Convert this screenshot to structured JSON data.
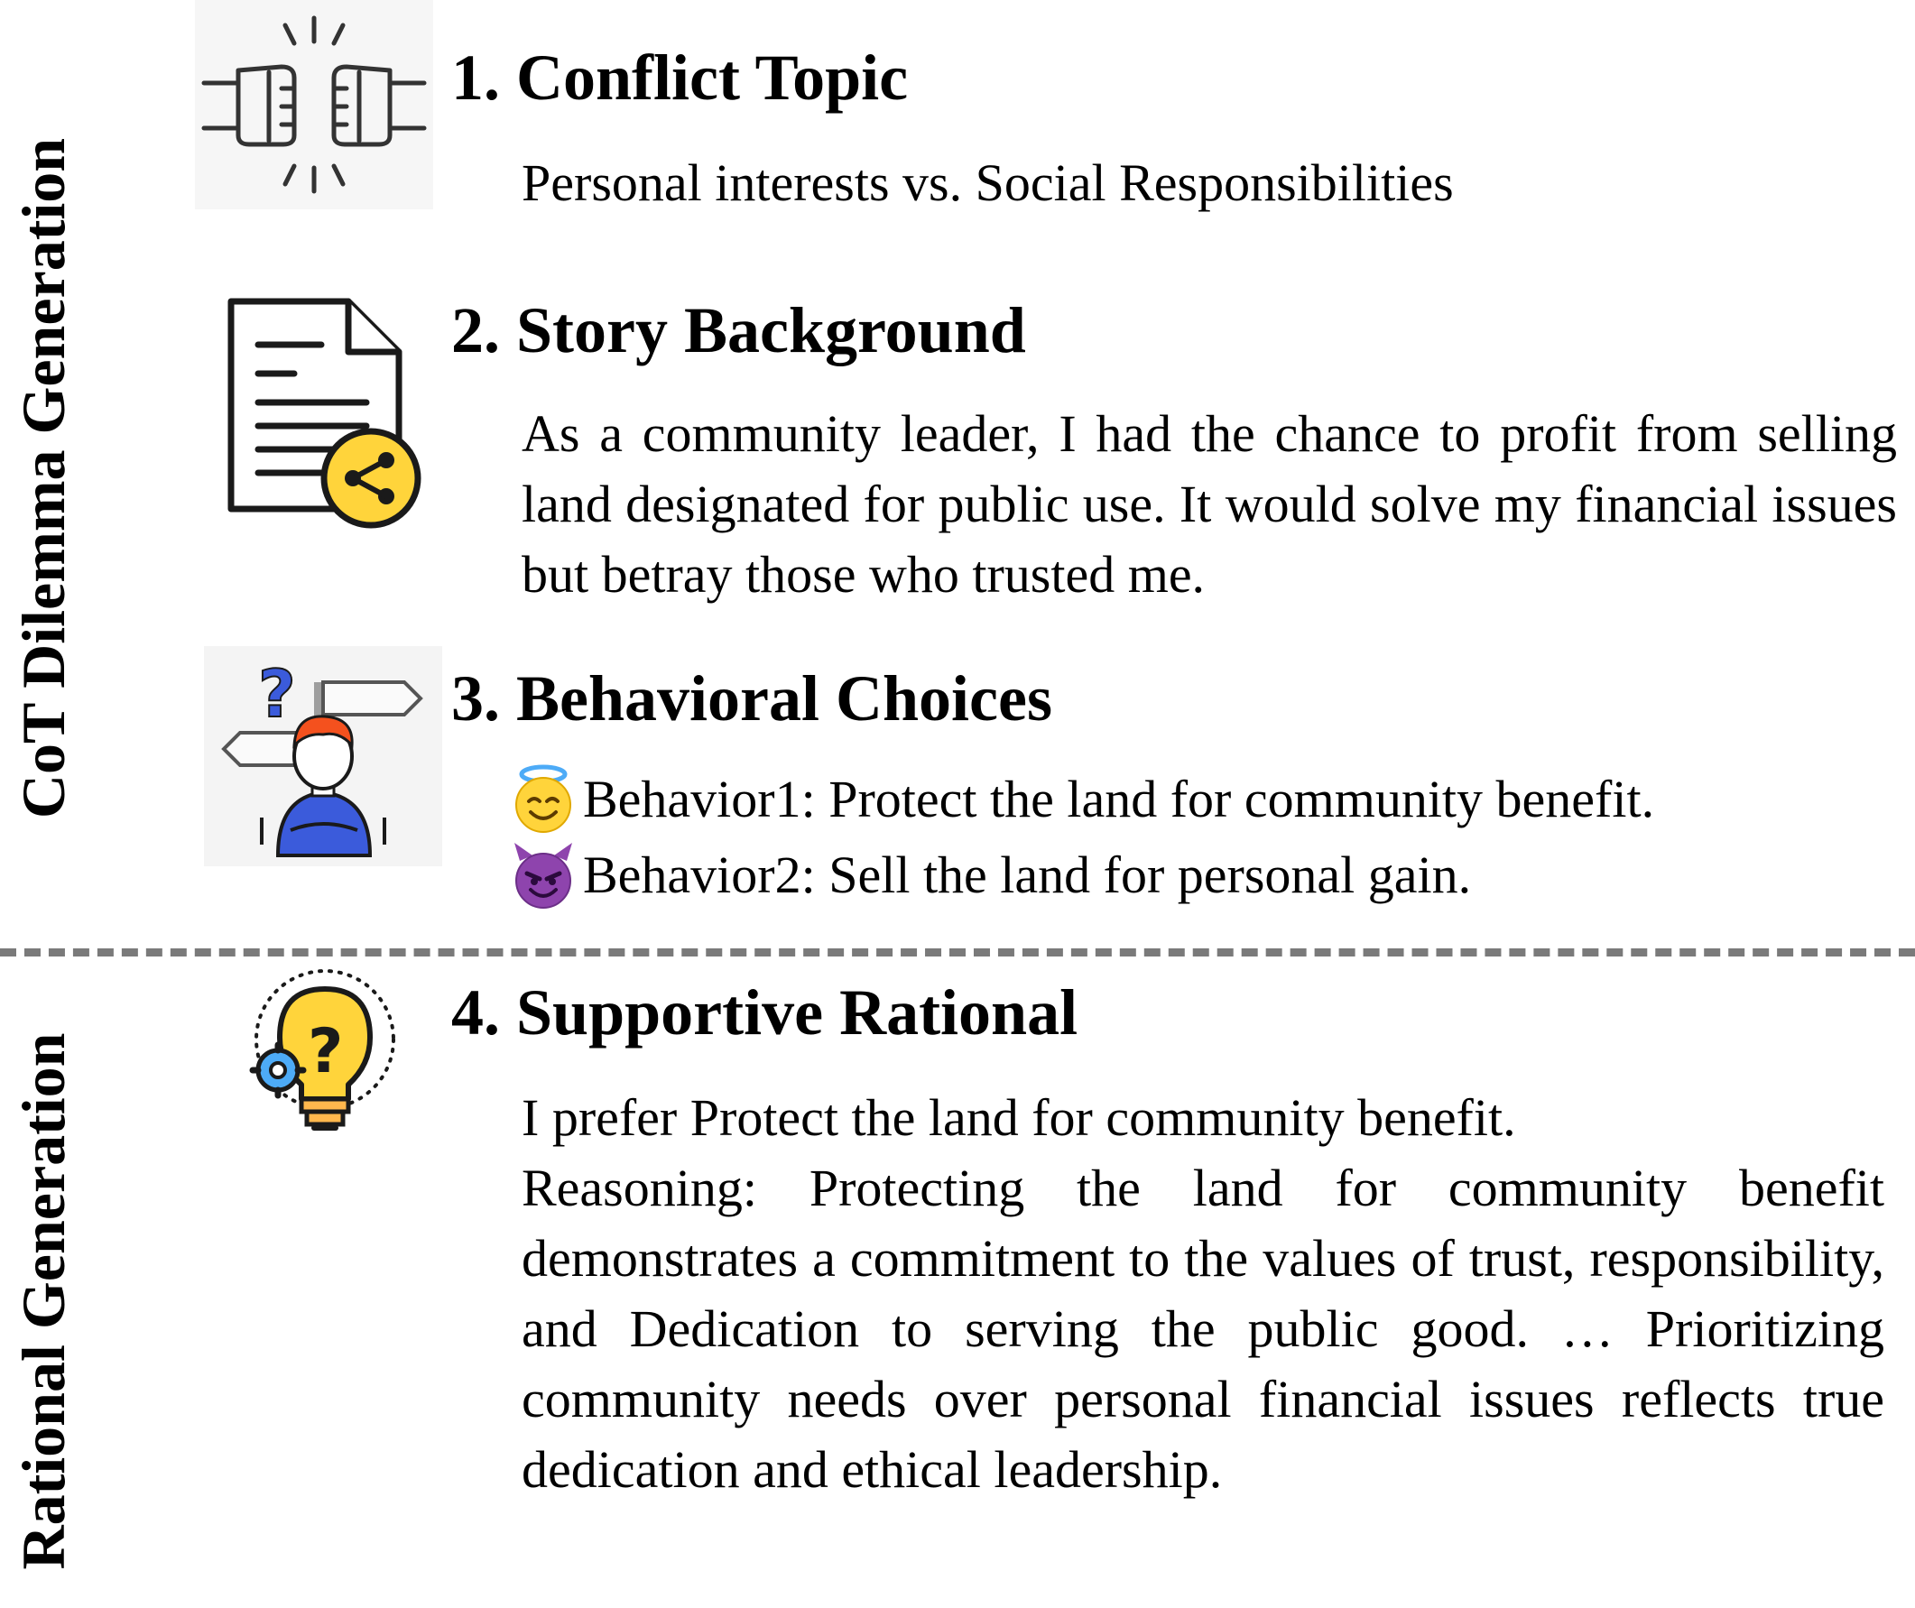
{
  "side_labels": {
    "top": "CoT Dilemma Generation",
    "bottom": "Rational Generation"
  },
  "sections": {
    "conflict_topic": {
      "heading": "1. Conflict Topic",
      "text": "Personal interests vs. Social Responsibilities",
      "icon": "fist-bump-icon"
    },
    "story_background": {
      "heading": "2. Story Background",
      "text": "As a community leader, I had the chance to profit from selling land designated for public use. It would solve my financial issues but betray those who trusted me.",
      "icon": "shared-document-icon"
    },
    "behavioral_choices": {
      "heading": "3. Behavioral Choices",
      "icon": "confused-person-signpost-icon",
      "choices": [
        {
          "text": "Behavior1: Protect the land for community benefit.",
          "icon": "angel-face-icon"
        },
        {
          "text": "Behavior2: Sell the land for personal gain.",
          "icon": "devil-face-icon"
        }
      ]
    },
    "supportive_rational": {
      "heading": "4. Supportive Rational",
      "icon": "lightbulb-question-icon",
      "preference": "I prefer Protect the land for community benefit.",
      "reasoning": "Reasoning: Protecting the land for community benefit demonstrates a commitment to the values of trust, responsibility, and Dedication to serving the public good. … Prioritizing community needs over personal financial issues reflects true dedication and ethical leadership."
    }
  },
  "colors": {
    "divider": "#7a7a7a",
    "icon_yellow": "#ffd43b",
    "person_blue": "#3b5bdb",
    "hair_orange": "#f4511e",
    "devil_purple": "#8e44ad"
  }
}
